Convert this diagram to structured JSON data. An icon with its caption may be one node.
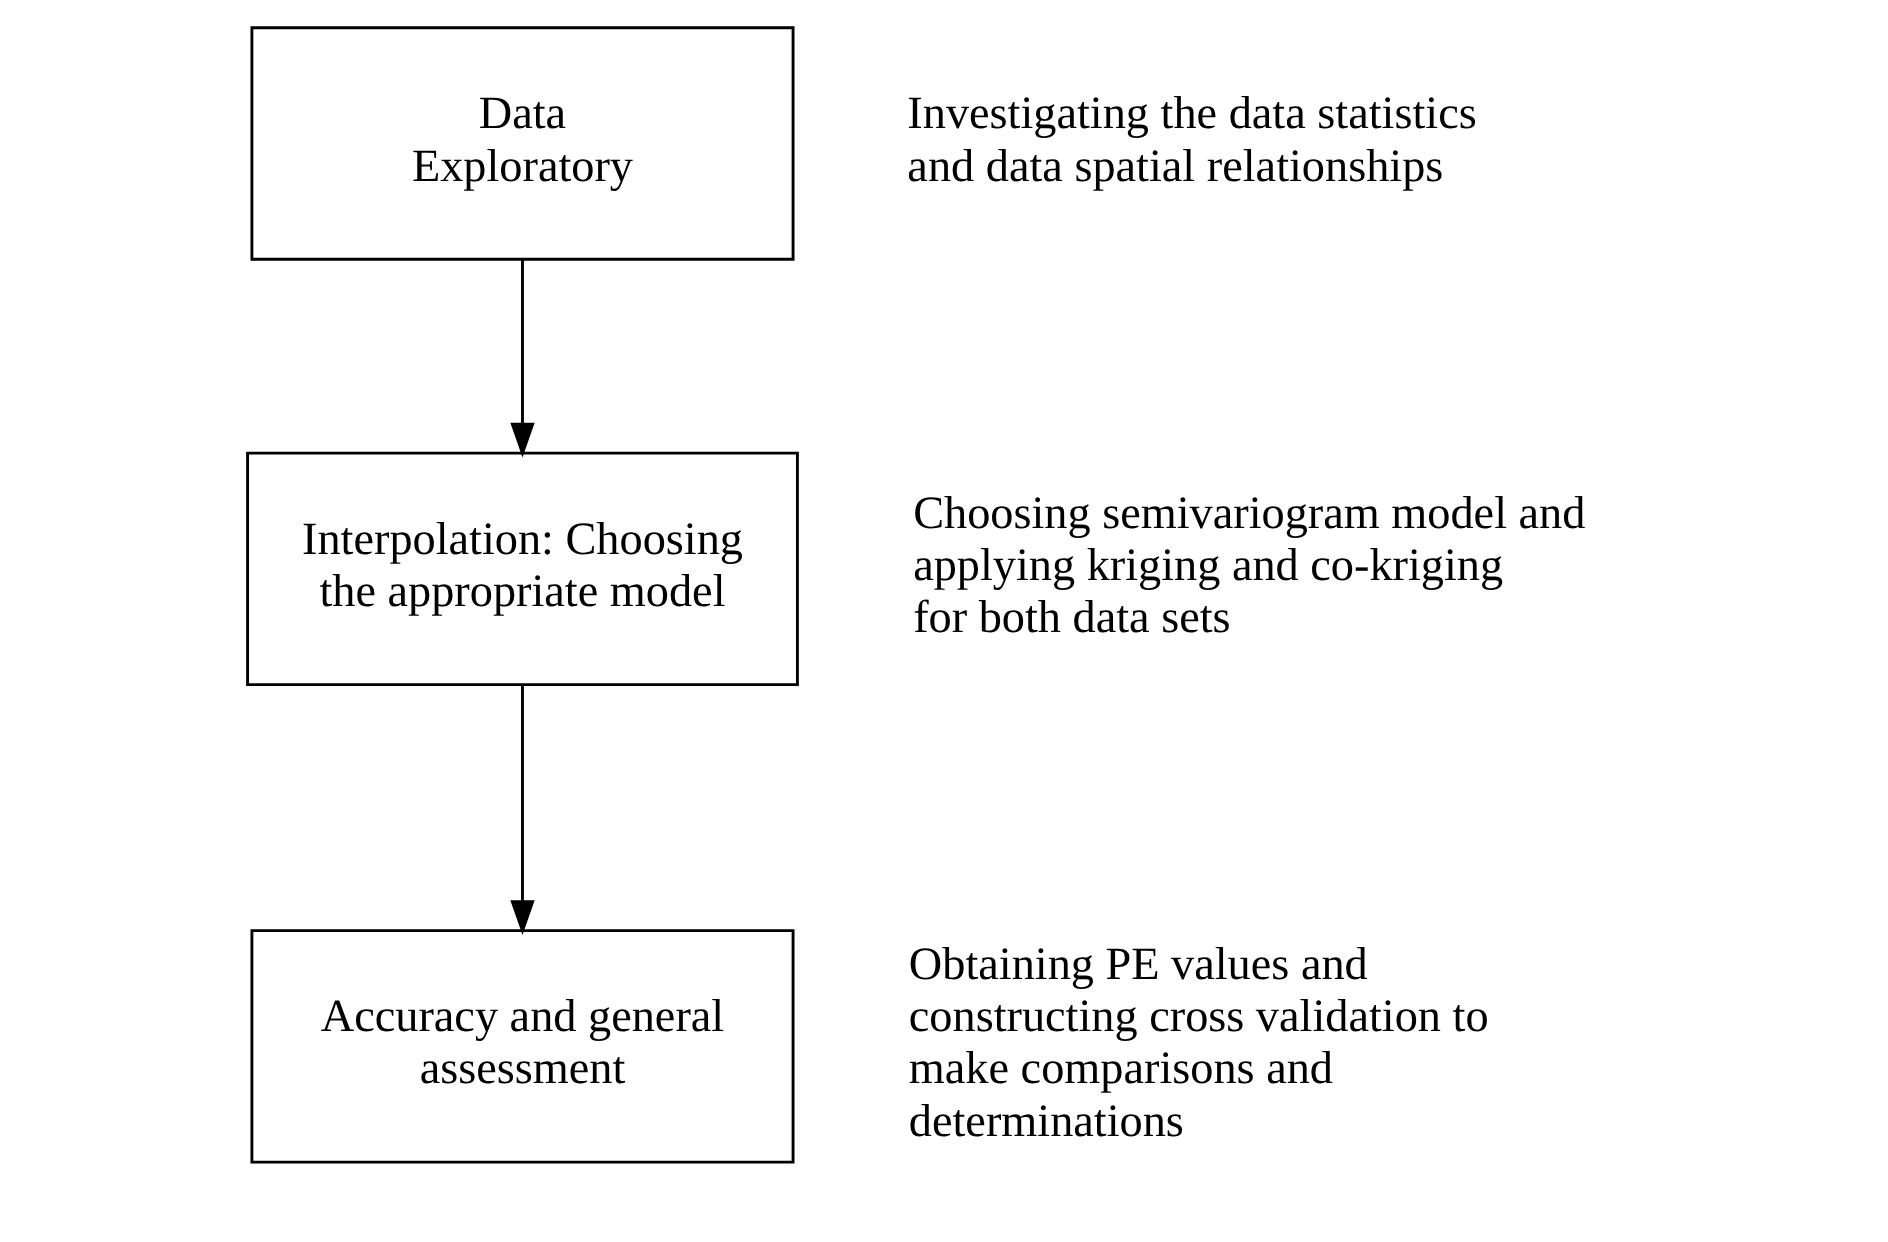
{
  "diagram": {
    "nodes": [
      {
        "text": [
          "Data Exploratory"
        ],
        "beside": [
          "Investigating the data statistics and data spatial relationships"
        ]
      },
      {
        "text": [
          "Interpolation: Choosing the appropriate model"
        ],
        "beside": [
          "Choosing semivariogram model and applying kriging and co-kriging for both data sets"
        ]
      },
      {
        "text": [
          "Accuracy and general assessment"
        ],
        "beside": [
          "Obtaining PE values and constructing cross validation to make comparisons and determinations"
        ]
      }
    ],
    "edges": [
      {
        "from": 0,
        "to": 1,
        "arrow": "to"
      },
      {
        "from": 1,
        "to": 2,
        "arrow": "to"
      }
    ]
  }
}
